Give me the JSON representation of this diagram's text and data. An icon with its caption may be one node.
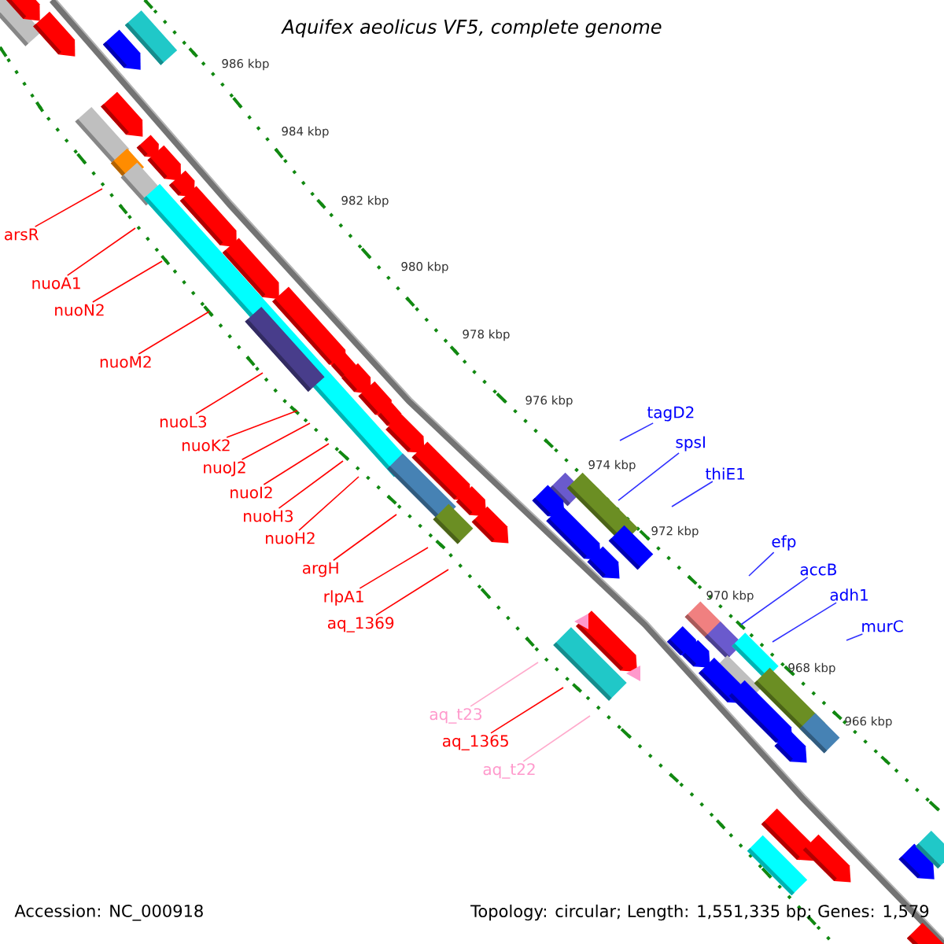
{
  "diagram": {
    "title": "Aquifex aeolicus VF5, complete genome",
    "nodes": [
      {
        "text": [
          "arsR"
        ]
      },
      {
        "text": [
          "nuoA1"
        ]
      },
      {
        "text": [
          "nuoN2"
        ]
      },
      {
        "text": [
          "nuoM2"
        ]
      },
      {
        "text": [
          "nuoL3"
        ]
      },
      {
        "text": [
          "nuoK2"
        ]
      },
      {
        "text": [
          "nuoJ2"
        ]
      },
      {
        "text": [
          "nuoI2"
        ]
      },
      {
        "text": [
          "nuoH3"
        ]
      },
      {
        "text": [
          "nuoH2"
        ]
      },
      {
        "text": [
          "argH"
        ]
      },
      {
        "text": [
          "rlpA1"
        ]
      },
      {
        "text": [
          "aq_1369"
        ]
      },
      {
        "text": [
          "tagD2"
        ]
      },
      {
        "text": [
          "spsI"
        ]
      },
      {
        "text": [
          "thiE1"
        ]
      },
      {
        "text": [
          "efp"
        ]
      },
      {
        "text": [
          "accB"
        ]
      },
      {
        "text": [
          "adh1"
        ]
      },
      {
        "text": [
          "murC"
        ]
      },
      {
        "text": [
          "aq_t23"
        ]
      },
      {
        "text": [
          "aq_1365"
        ]
      },
      {
        "text": [
          "aq_t22"
        ]
      }
    ],
    "edges": [
      {
        "from": 0,
        "to": null,
        "arrow": "none"
      },
      {
        "from": 1,
        "to": null,
        "arrow": "none"
      },
      {
        "from": 2,
        "to": null,
        "arrow": "none"
      },
      {
        "from": 3,
        "to": null,
        "arrow": "none"
      },
      {
        "from": 4,
        "to": null,
        "arrow": "none"
      },
      {
        "from": 5,
        "to": null,
        "arrow": "none"
      },
      {
        "from": 6,
        "to": null,
        "arrow": "none"
      },
      {
        "from": 7,
        "to": null,
        "arrow": "none"
      },
      {
        "from": 8,
        "to": null,
        "arrow": "none"
      },
      {
        "from": 9,
        "to": null,
        "arrow": "none"
      },
      {
        "from": 10,
        "to": null,
        "arrow": "none"
      },
      {
        "from": 11,
        "to": null,
        "arrow": "none"
      },
      {
        "from": 12,
        "to": null,
        "arrow": "none"
      },
      {
        "from": 13,
        "to": null,
        "arrow": "none",
        "color": "#3030ff"
      },
      {
        "from": 14,
        "to": null,
        "arrow": "none",
        "color": "#3030ff"
      },
      {
        "from": 15,
        "to": null,
        "arrow": "none",
        "color": "#3030ff"
      },
      {
        "from": 16,
        "to": null,
        "arrow": "none",
        "color": "#3030ff"
      },
      {
        "from": 17,
        "to": null,
        "arrow": "none",
        "color": "#3030ff"
      },
      {
        "from": 18,
        "to": null,
        "arrow": "none",
        "color": "#3030ff"
      },
      {
        "from": 19,
        "to": null,
        "arrow": "none",
        "color": "#3030ff"
      },
      {
        "from": 20,
        "to": null,
        "arrow": "none",
        "color": "#ffaacc"
      },
      {
        "from": 21,
        "to": null,
        "arrow": "none"
      },
      {
        "from": 22,
        "to": null,
        "arrow": "none",
        "color": "#ffaacc"
      }
    ],
    "labels": [
      "986 kbp",
      "984 kbp",
      "982 kbp",
      "980 kbp",
      "978 kbp",
      "976 kbp",
      "974 kbp",
      "972 kbp",
      "970 kbp",
      "968 kbp",
      "966 kbp",
      "Accession: NC_000918",
      "Topology: circular; Length: 1,551,335 bp; Genes: 1,579"
    ]
  }
}
